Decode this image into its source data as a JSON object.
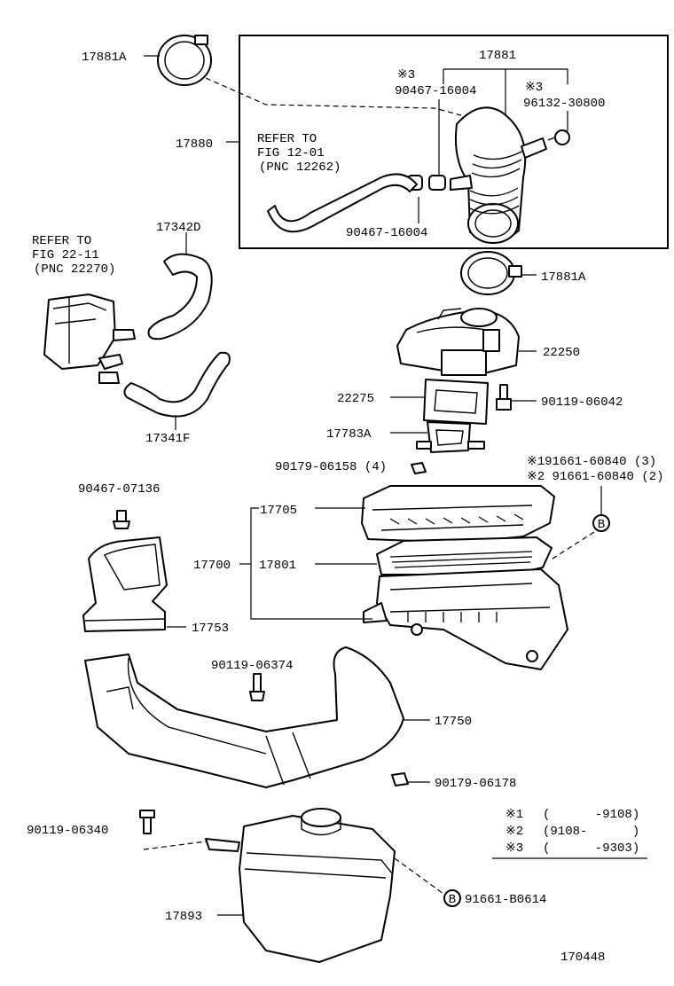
{
  "parts": {
    "clamp_top": "17881A",
    "hose_assy": "17880",
    "inlet_hose": "17881",
    "clip_left_note": "※3",
    "clip_left_code": "90467-16004",
    "clip_right_note": "※3",
    "clip_right_code": "96132-30800",
    "clip_lower": "90467-16004",
    "clamp_bottom": "17881A",
    "hose_upper": "17342D",
    "hose_lower": "17341F",
    "flow_meter": "22250",
    "gasket": "22275",
    "bolt_meter": "90119-06042",
    "bracket": "17783A",
    "nut_small": "90179-06158 (4)",
    "grommet_1": "※191661-60840 (3)",
    "grommet_2": "※2 91661-60840 (2)",
    "clip_duct": "90467-07136",
    "cleaner_cap": "17705",
    "cleaner_assy": "17700",
    "element": "17801",
    "duct_inlet": "17753",
    "bolt_duct": "90119-06374",
    "intake_duct": "17750",
    "nut_resonator": "90179-06178",
    "bolt_resonator": "90119-06340",
    "grommet_res": "91661-B0614",
    "resonator": "17893"
  },
  "refs": {
    "ref1_line1": "REFER TO",
    "ref1_line2": "FIG 12-01",
    "ref1_line3": "(PNC 12262)",
    "ref2_line1": "REFER TO",
    "ref2_line2": "FIG 22-11",
    "ref2_line3": "(PNC 22270)"
  },
  "legend": [
    {
      "mark": "※1",
      "range": "(      -9108)"
    },
    {
      "mark": "※2",
      "range": "(9108-      )"
    },
    {
      "mark": "※3",
      "range": "(      -9303)"
    }
  ],
  "figure_id": "170448",
  "callout_letter": "B"
}
